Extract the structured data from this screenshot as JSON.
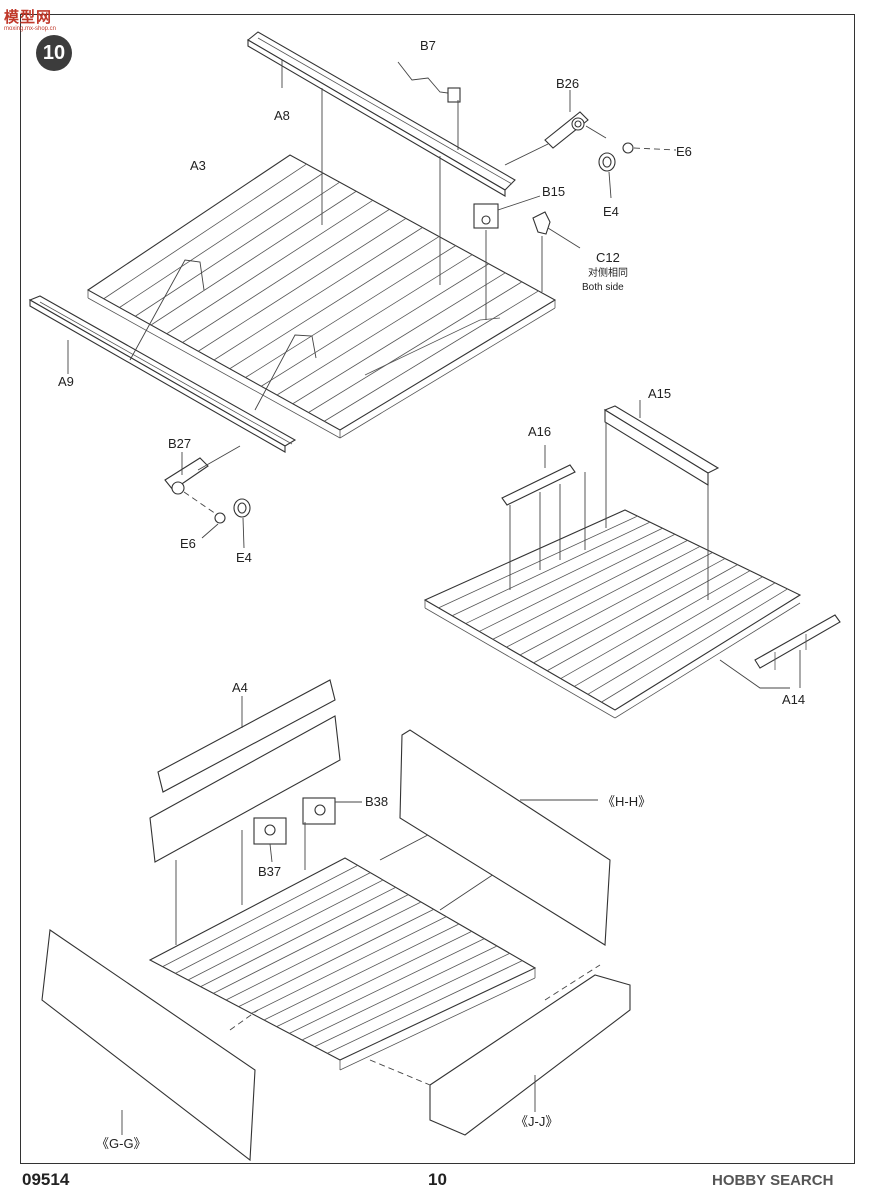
{
  "watermark": {
    "title": "模型网",
    "url": "moxing.mx-shop.cn"
  },
  "step_number": "10",
  "labels": {
    "a8": "A8",
    "b7": "B7",
    "b26": "B26",
    "e6_top": "E6",
    "e4_top": "E4",
    "b15": "B15",
    "c12": "C12",
    "c12_cn": "对侧相同",
    "c12_en": "Both side",
    "a3": "A3",
    "a9": "A9",
    "b27": "B27",
    "e6_left": "E6",
    "e4_left": "E4",
    "a16": "A16",
    "a15": "A15",
    "a14": "A14",
    "a4": "A4",
    "b38": "B38",
    "b37": "B37",
    "hh": "《H-H》",
    "gg": "《G-G》",
    "jj": "《J-J》"
  },
  "footer": {
    "product_code": "09514",
    "page_number": "10",
    "brand": "HOBBY SEARCH"
  }
}
